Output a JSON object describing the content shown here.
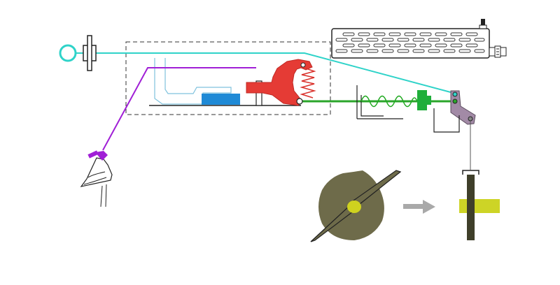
{
  "colors": {
    "cyan_cable": "#2fd3c9",
    "purple_cable": "#a01fd6",
    "green_rod": "#2aa52a",
    "spring": "#22aa22",
    "green_block": "#1fae3a",
    "red_lever": "#e53b35",
    "red_spring": "#d9302a",
    "blue_block": "#1f8ad6",
    "light_blue_outline": "#7fc2dd",
    "bellcrank": "#a28aa6",
    "yellow_bar": "#cdd426",
    "disc_olive": "#6e6b4a",
    "disc_center": "#cfd21f",
    "push_rod": "#3f3f2a",
    "arrow_gray": "#a9a9a9",
    "line_black": "#222222",
    "dashed_box": "#333333"
  },
  "components": {
    "pull_ring": "ring-handle",
    "guide_bracket": "guide-bracket",
    "cylinder": "perforated-cylinder",
    "trigger_handle": "trigger-handle",
    "latch_mechanism": "latch-mechanism",
    "spring_assembly": "compression-spring",
    "bell_crank": "bell-crank",
    "propeller": "propeller-disc",
    "direction_arrow": "arrow-right",
    "shaft": "vertical-shaft"
  }
}
